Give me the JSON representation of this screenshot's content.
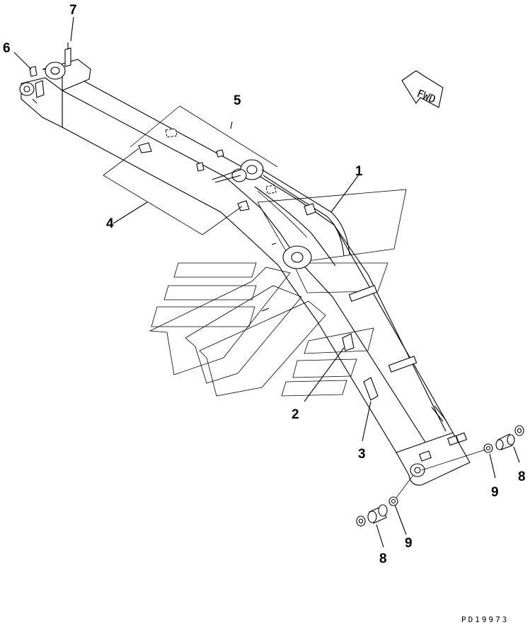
{
  "drawing": {
    "drawing_code": "PD19973",
    "direction_label": "FWD",
    "callouts": [
      {
        "id": "c1",
        "label": "1"
      },
      {
        "id": "c2",
        "label": "2"
      },
      {
        "id": "c3",
        "label": "3"
      },
      {
        "id": "c4",
        "label": "4"
      },
      {
        "id": "c5",
        "label": "5"
      },
      {
        "id": "c6",
        "label": "6"
      },
      {
        "id": "c7",
        "label": "7"
      },
      {
        "id": "c8a",
        "label": "8"
      },
      {
        "id": "c8b",
        "label": "8"
      },
      {
        "id": "c9a",
        "label": "9"
      },
      {
        "id": "c9b",
        "label": "9"
      }
    ]
  }
}
